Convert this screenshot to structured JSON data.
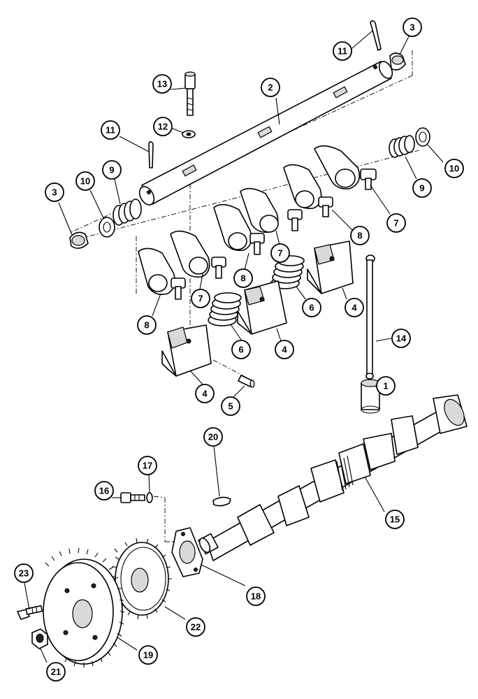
{
  "diagram": {
    "callouts": [
      {
        "id": "c1",
        "label": "1"
      },
      {
        "id": "c2",
        "label": "2"
      },
      {
        "id": "c3a",
        "label": "3"
      },
      {
        "id": "c3b",
        "label": "3"
      },
      {
        "id": "c4a",
        "label": "4"
      },
      {
        "id": "c4b",
        "label": "4"
      },
      {
        "id": "c4c",
        "label": "4"
      },
      {
        "id": "c5",
        "label": "5"
      },
      {
        "id": "c6a",
        "label": "6"
      },
      {
        "id": "c6b",
        "label": "6"
      },
      {
        "id": "c7a",
        "label": "7"
      },
      {
        "id": "c7b",
        "label": "7"
      },
      {
        "id": "c7c",
        "label": "7"
      },
      {
        "id": "c8a",
        "label": "8"
      },
      {
        "id": "c8b",
        "label": "8"
      },
      {
        "id": "c8c",
        "label": "8"
      },
      {
        "id": "c9a",
        "label": "9"
      },
      {
        "id": "c9b",
        "label": "9"
      },
      {
        "id": "c10a",
        "label": "10"
      },
      {
        "id": "c10b",
        "label": "10"
      },
      {
        "id": "c11a",
        "label": "11"
      },
      {
        "id": "c11b",
        "label": "11"
      },
      {
        "id": "c12",
        "label": "12"
      },
      {
        "id": "c13",
        "label": "13"
      },
      {
        "id": "c14",
        "label": "14"
      },
      {
        "id": "c15",
        "label": "15"
      },
      {
        "id": "c16",
        "label": "16"
      },
      {
        "id": "c17",
        "label": "17"
      },
      {
        "id": "c18",
        "label": "18"
      },
      {
        "id": "c19",
        "label": "19"
      },
      {
        "id": "c20",
        "label": "20"
      },
      {
        "id": "c21",
        "label": "21"
      },
      {
        "id": "c22",
        "label": "22"
      },
      {
        "id": "c23",
        "label": "23"
      }
    ]
  }
}
